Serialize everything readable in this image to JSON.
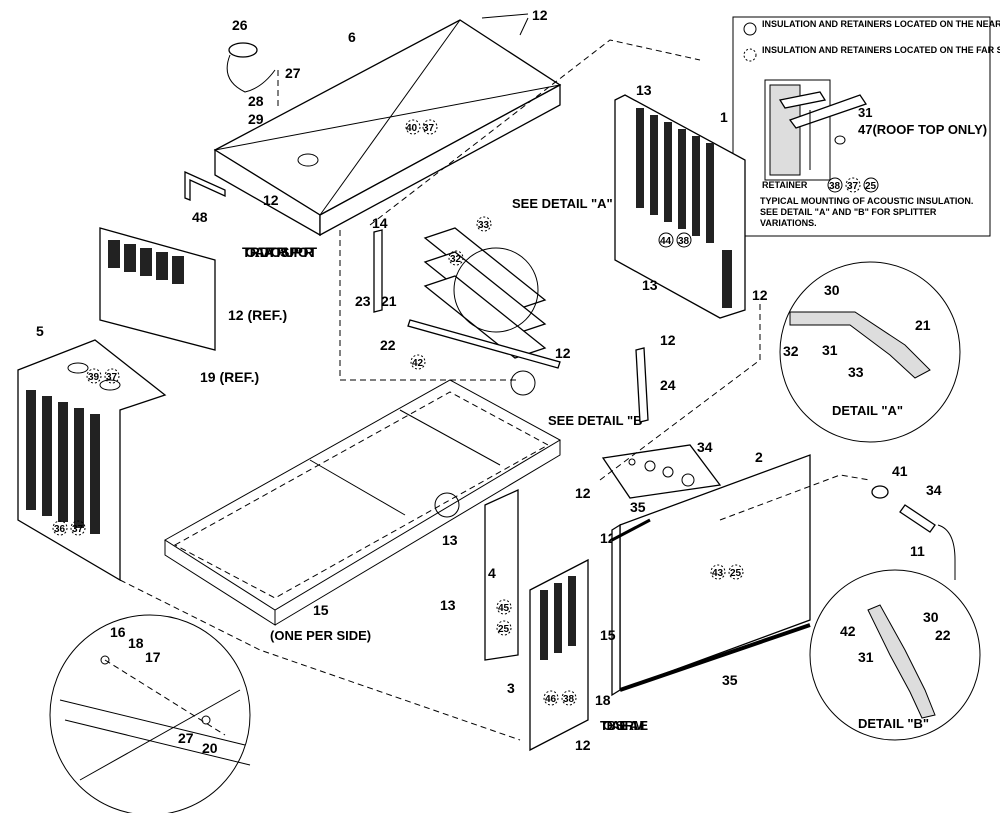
{
  "legend": {
    "near_side": "INSULATION AND RETAINERS LOCATED ON THE NEAR SIDE.",
    "far_side": "INSULATION AND RETAINERS LOCATED ON THE FAR SIDE.",
    "roof_top": "47(ROOF TOP ONLY)",
    "retainer": "RETAINER",
    "typical_note": "TYPICAL MOUNTING OF ACOUSTIC INSULATION. SEE DETAIL \"A\" AND \"B\" FOR SPLITTER VARIATIONS."
  },
  "callouts": {
    "see_detail_a": "SEE DETAIL \"A\"",
    "see_detail_b": "SEE DETAIL \"B\"",
    "to_radiator_support": "TO RADIATOR SUPPORT",
    "ref_12": "12 (REF.)",
    "ref_19": "19 (REF.)",
    "one_per_side": "(ONE PER SIDE)",
    "to_base_frame": "TO BASE FRAME",
    "detail_a": "DETAIL \"A\"",
    "detail_b": "DETAIL \"B\""
  },
  "part_numbers": [
    "1",
    "2",
    "3",
    "4",
    "5",
    "6",
    "11",
    "12",
    "13",
    "14",
    "15",
    "16",
    "17",
    "18",
    "20",
    "21",
    "22",
    "23",
    "24",
    "26",
    "27",
    "28",
    "29",
    "30",
    "31",
    "32",
    "33",
    "34",
    "35",
    "41",
    "42",
    "47",
    "48"
  ],
  "insulation_marks": [
    "33",
    "32",
    "42",
    "44",
    "38",
    "40",
    "37",
    "39",
    "36",
    "45",
    "25",
    "43",
    "46"
  ]
}
